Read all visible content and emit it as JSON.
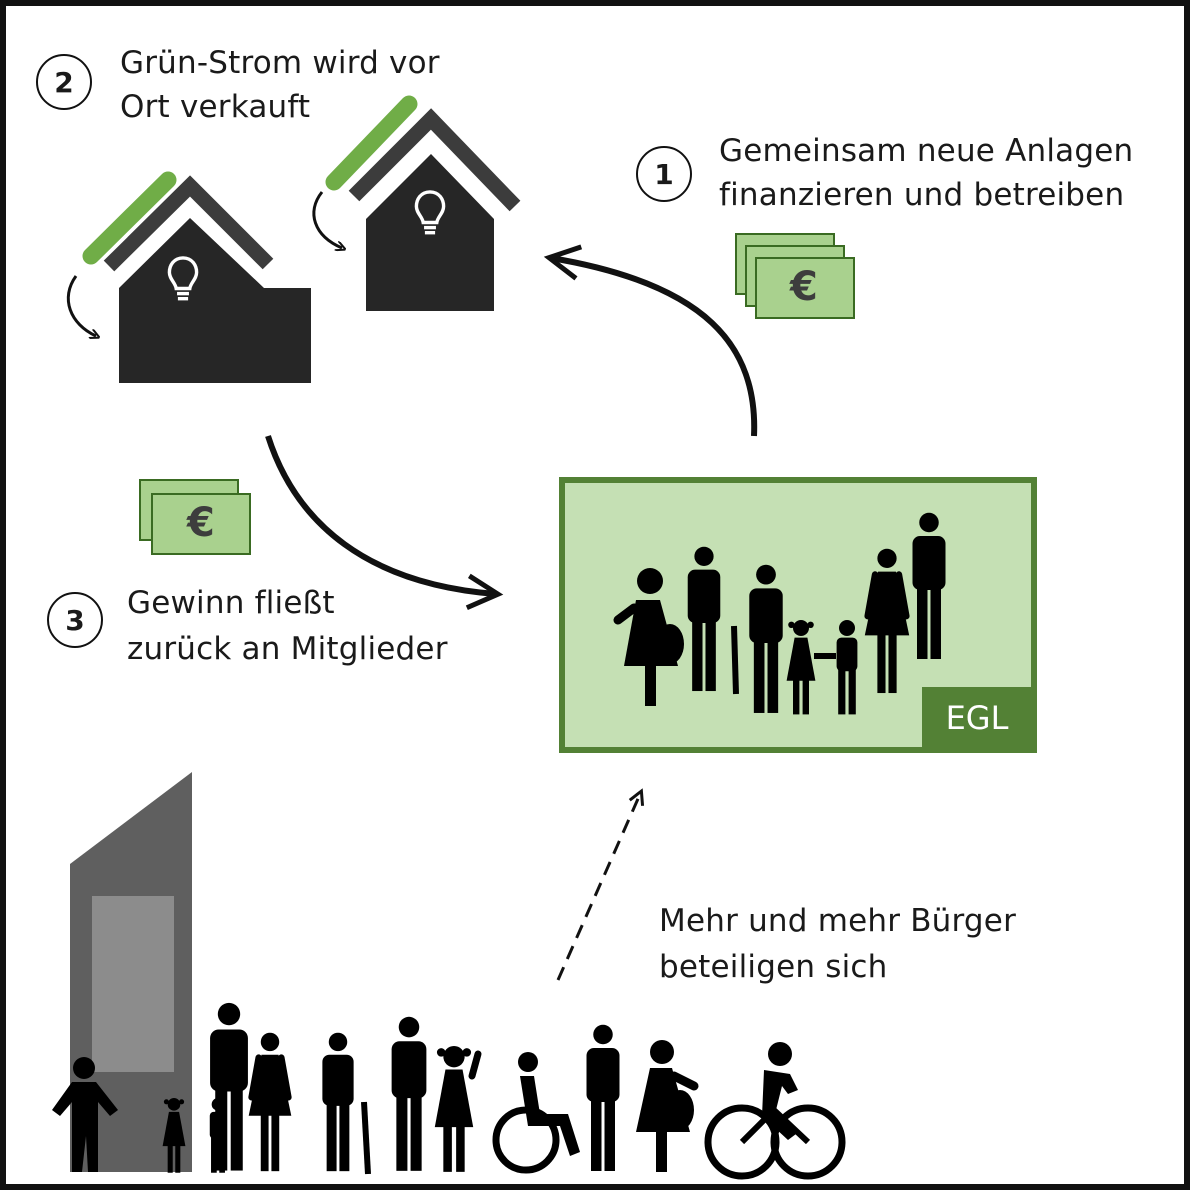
{
  "steps": [
    {
      "number": "1",
      "text_lines": [
        "Gemeinsam neue Anlagen",
        "finanzieren und betreiben"
      ]
    },
    {
      "number": "2",
      "text_lines": [
        "Grün-Strom wird vor",
        "Ort verkauft"
      ]
    },
    {
      "number": "3",
      "text_lines": [
        "Gewinn fließt",
        "zurück an Mitglieder"
      ]
    }
  ],
  "participation": {
    "text_lines": [
      "Mehr und mehr Bürger",
      "beteiligen sich"
    ]
  },
  "cooperative": {
    "label": "EGL"
  },
  "currency_symbol": "€",
  "icons": [
    "house-icon",
    "solar-roof-icon",
    "lightbulb-icon",
    "money-bills-icon",
    "family-group-icon",
    "crowd-icon",
    "tower-building-icon",
    "wheelchair-icon",
    "bicycle-icon"
  ],
  "colors": {
    "dark": "#262626",
    "green_dark": "#538135",
    "green_mid": "#70ad47",
    "green_light": "#c5e0b4",
    "building_dark": "#5f5f5f",
    "building_light": "#8c8c8c"
  }
}
